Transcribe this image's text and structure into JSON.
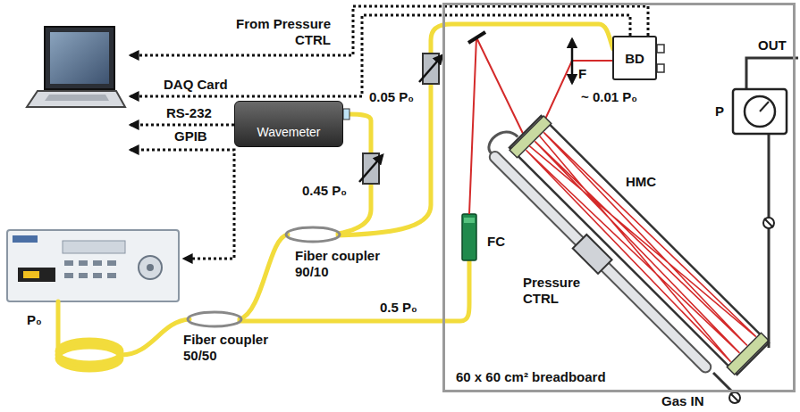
{
  "diagram": {
    "nodes": [
      {
        "text": [
          "60 x 60 cm² breadboard"
        ]
      },
      {
        "text": [
          "Wavemeter"
        ]
      },
      {
        "text": [
          "BD"
        ],
        "in": 0
      }
    ],
    "labels": [
      "From Pressure CTRL",
      "DAQ Card",
      "RS-232",
      "GPIB",
      "0.05 P₀",
      "0.45 P₀",
      "Fiber coupler 90/10",
      "Fiber coupler 50/50",
      "P₀",
      "0.5 P₀",
      "F",
      "~ 0.01 P₀",
      "HMC",
      "P",
      "OUT",
      "FC",
      "Pressure CTRL",
      "Gas IN"
    ]
  }
}
